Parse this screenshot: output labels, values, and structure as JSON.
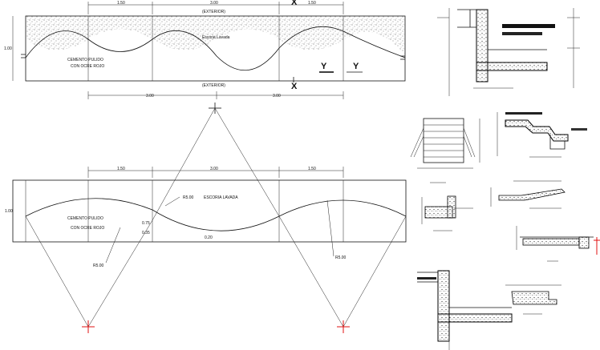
{
  "top_plan": {
    "dims_top": [
      "1.50",
      "3.00",
      "1.50"
    ],
    "label_exterior_top": "(EXTERIOR)",
    "label_exterior_bottom": "(EXTERIOR)",
    "label_escoria": "Escoria Lavada",
    "label_cemento_1": "CEMENTO PULIDO",
    "label_cemento_2": "CON OCRE ROJO",
    "dim_side": "1.00",
    "dims_bottom": [
      "3.00",
      "3.00"
    ],
    "section_x": "X",
    "section_y": "Y"
  },
  "bottom_plan": {
    "dims_top": [
      "1.50",
      "3.00",
      "1.50"
    ],
    "dim_side": "1.00",
    "label_escoria": "ESCORIA LAVADA",
    "label_cemento_1": "CEMENTO PULIDO",
    "label_cemento_2": "CON OCRE ROJO",
    "radii": [
      "R5.00",
      "R5.00",
      "R5.00"
    ],
    "small_dims": [
      "0.75",
      "0.35",
      "0.20"
    ]
  },
  "colors": {
    "line": "#111111",
    "marker": "#e01010",
    "hatch": "#555555"
  }
}
